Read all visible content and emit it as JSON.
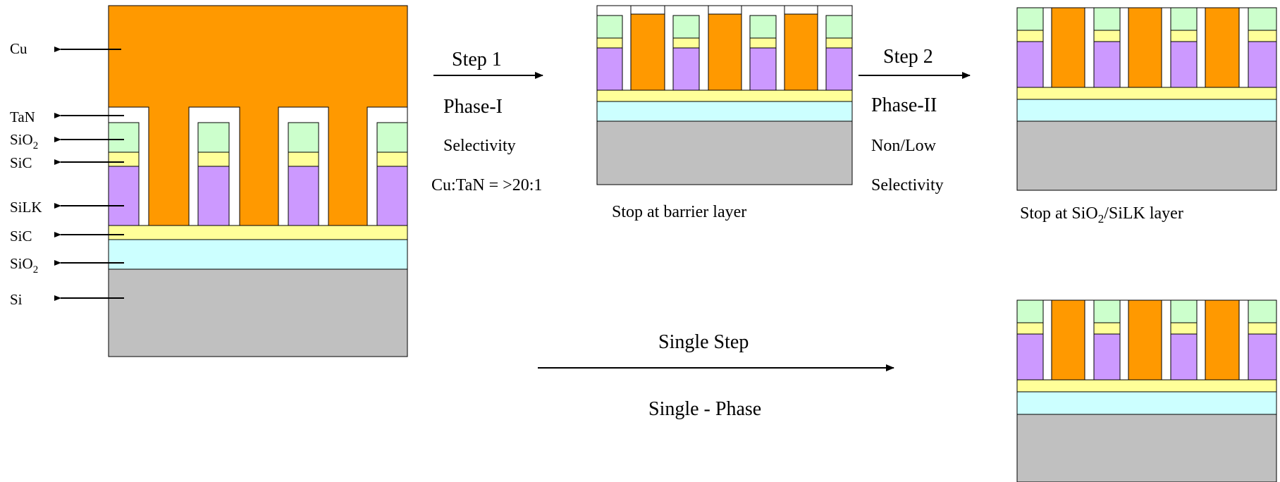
{
  "colors": {
    "cu": "#FF9900",
    "tan": "#FFFFFF",
    "sio2_cap": "#CCFFCC",
    "sic": "#FFFF99",
    "silk": "#CC99FF",
    "sio2": "#CCFFFF",
    "si": "#C0C0C0",
    "outline": "#000000"
  },
  "layer_labels": [
    {
      "text": "Cu"
    },
    {
      "text": "TaN"
    },
    {
      "text": "SiO",
      "sub": "2"
    },
    {
      "text": "SiC"
    },
    {
      "text": "SiLK"
    },
    {
      "text": "SiC"
    },
    {
      "text": "SiO",
      "sub": "2"
    },
    {
      "text": "Si"
    }
  ],
  "step1": {
    "label": "Step 1",
    "phase": "Phase-I",
    "line1": "Selectivity",
    "line2": "Cu:TaN = >20:1"
  },
  "step2": {
    "label": "Step 2",
    "phase": "Phase-II",
    "line1": "Non/Low",
    "line2": "Selectivity"
  },
  "single": {
    "label": "Single Step",
    "phase": "Single - Phase"
  },
  "captions": {
    "stop_barrier": "Stop at barrier layer",
    "stop_oxide_a": "Stop at SiO",
    "stop_oxide_sub": "2",
    "stop_oxide_b": "/SiLK layer"
  }
}
